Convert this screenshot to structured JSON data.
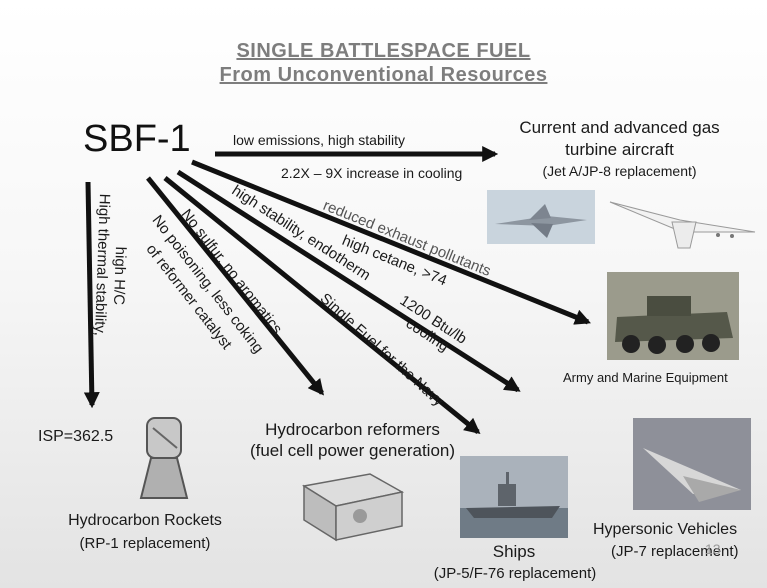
{
  "title": {
    "line1": "SINGLE BATTLESPACE FUEL",
    "line2": "From Unconventional Resources"
  },
  "source": "SBF-1",
  "targets": {
    "aircraft": {
      "line1": "Current and advanced gas",
      "line2": "turbine aircraft",
      "sub": "(Jet A/JP-8 replacement)"
    },
    "army": "Army and Marine Equipment",
    "reformers": {
      "line1": "Hydrocarbon reformers",
      "line2": "(fuel cell power generation)"
    },
    "ships": {
      "line1": "Ships",
      "sub": "(JP-5/F-76 replacement)"
    },
    "rockets": {
      "line1": "Hydrocarbon Rockets",
      "sub": "(RP-1 replacement)",
      "isp": "ISP=362.5"
    },
    "hypersonic": {
      "line1": "Hypersonic Vehicles",
      "sub": "(JP-7 replacement)"
    }
  },
  "arrow_labels": {
    "aircraft_above": "low emissions, high stability",
    "aircraft_below": "2.2X – 9X increase in cooling",
    "rockets_1": "High thermal stability,",
    "rockets_2": "high H/C",
    "reformers_1": "No poisoning, less coking",
    "reformers_2": "of reformer catalyst",
    "no_sulfur": "No sulfur, no aromatics",
    "ships": "Single Fuel for the Navy",
    "endotherm": "high stability, endotherm",
    "reduced": "reduced exhaust pollutants",
    "cetane": "high cetane, >74",
    "btu_1": "1200 Btu/lb",
    "btu_2": "cooling"
  },
  "page_number": "13"
}
